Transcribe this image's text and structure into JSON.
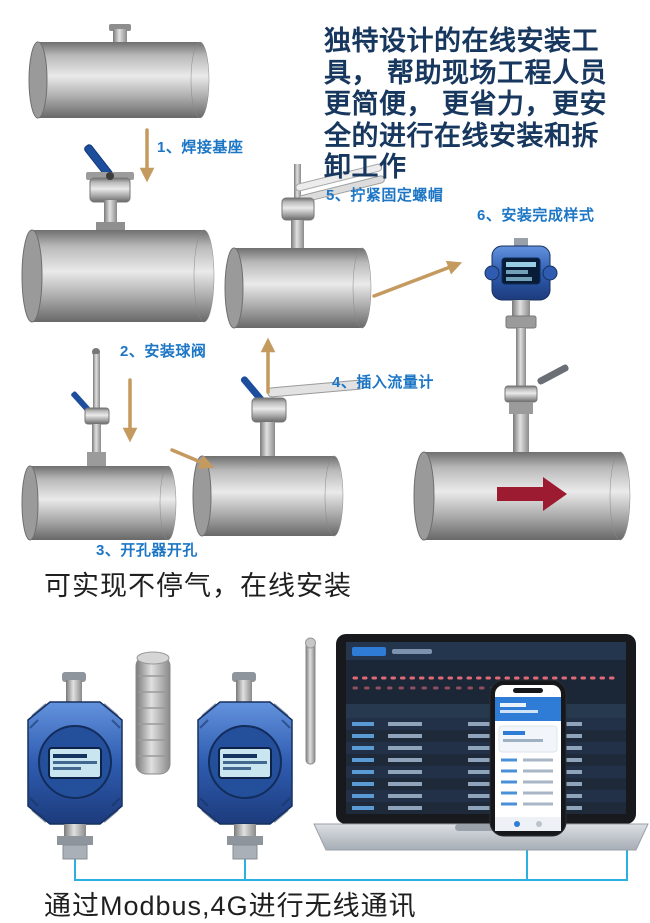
{
  "intro": {
    "lines": [
      "独特设计的在线安装工",
      "具， 帮助现场工程人员",
      "更简便， 更省力，更安",
      "全的进行在线安装和拆",
      "卸工作"
    ]
  },
  "steps": [
    {
      "label": "1、焊接基座"
    },
    {
      "label": "2、安装球阀"
    },
    {
      "label": "3、开孔器开孔"
    },
    {
      "label": "4、插入流量计"
    },
    {
      "label": "5、拧紧固定螺帽"
    },
    {
      "label": "6、安装完成样式"
    }
  ],
  "captions": {
    "online_install": "可实现不停气，在线安装",
    "communication": "通过Modbus,4G进行无线通讯"
  },
  "colors": {
    "heading_text": "#17375e",
    "step_label": "#1c76c5",
    "arrow": "#c49a5f",
    "red_flow_arrow": "#9c1b30",
    "detector_blue": "#2f5cb0",
    "connection_line": "#2bb0e0"
  }
}
